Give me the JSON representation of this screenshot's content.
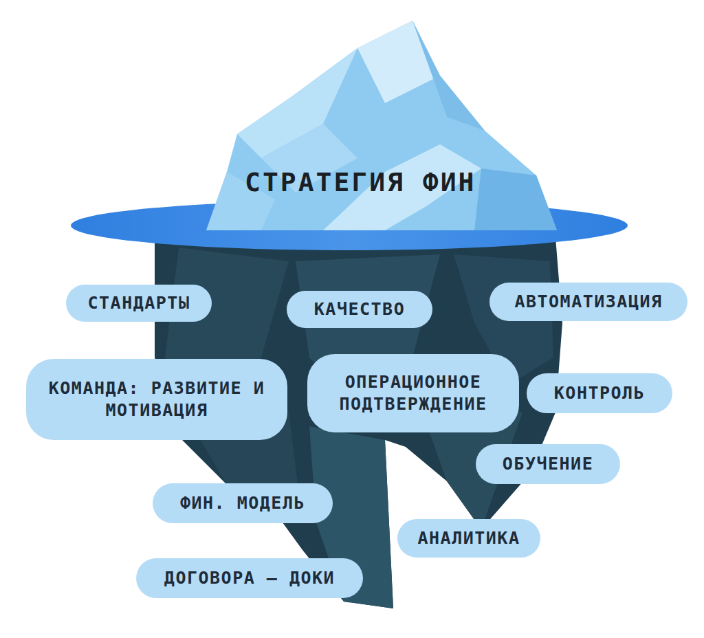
{
  "diagram": {
    "title": "СТРАТЕГИЯ ФИН",
    "nodes": [
      {
        "text": [
          "СТАНДАРТЫ"
        ]
      },
      {
        "text": [
          "КАЧЕСТВО"
        ]
      },
      {
        "text": [
          "АВТОМАТИЗАЦИЯ"
        ]
      },
      {
        "text": [
          "КОМАНДА: РАЗВИТИЕ И МОТИВАЦИЯ"
        ]
      },
      {
        "text": [
          "ОПЕРАЦИОННОЕ ПОДТВЕРЖДЕНИЕ"
        ]
      },
      {
        "text": [
          "КОНТРОЛЬ"
        ]
      },
      {
        "text": [
          "ОБУЧЕНИЕ"
        ]
      },
      {
        "text": [
          "ФИН. МОДЕЛЬ"
        ]
      },
      {
        "text": [
          "АНАЛИТИКА"
        ]
      },
      {
        "text": [
          "ДОГОВОРА — ДОКИ"
        ]
      }
    ]
  }
}
